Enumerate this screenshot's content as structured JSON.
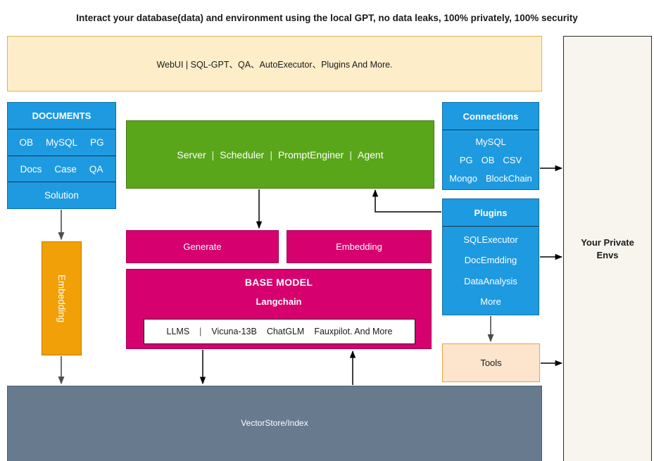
{
  "title": "Interact your database(data) and environment using the local GPT, no data leaks, 100% privately, 100% security",
  "webui": {
    "label": "WebUI | SQL-GPT、QA、AutoExecutor、Plugins And More."
  },
  "documents": {
    "header": "DOCUMENTS",
    "row1": [
      "OB",
      "MySQL",
      "PG"
    ],
    "row2": [
      "Docs",
      "Case",
      "QA"
    ],
    "row3": "Solution"
  },
  "server": {
    "segments": [
      "Server",
      "Scheduler",
      "PromptEnginer",
      "Agent"
    ],
    "separator": "|"
  },
  "connections": {
    "header": "Connections",
    "line1": [
      "MySQL"
    ],
    "line2": [
      "PG",
      "OB",
      "CSV"
    ],
    "line3": [
      "Mongo",
      "BlockChain"
    ]
  },
  "plugins": {
    "header": "Plugins",
    "items": [
      "SQLExecutor",
      "DocEmdding",
      "DataAnalysis",
      "More"
    ]
  },
  "embedding_vertical": {
    "label": "Embedding"
  },
  "generate": {
    "label": "Generate"
  },
  "embedding_box": {
    "label": "Embedding"
  },
  "base_model": {
    "title": "BASE MODEL",
    "subtitle": "Langchain",
    "llms_prefix": "LLMS",
    "llms_divider": "|",
    "llms_items": [
      "Vicuna-13B",
      "ChatGLM",
      "Fauxpilot. And More"
    ]
  },
  "tools": {
    "label": "Tools"
  },
  "vectorstore": {
    "label": "VectorStore/Index"
  },
  "private_envs": {
    "line1": "Your Private",
    "line2": "Envs"
  },
  "colors": {
    "webui_fill": "#fdeec9",
    "webui_border": "#d6b656",
    "blue": "#1e9ae0",
    "green": "#5aa61b",
    "magenta": "#d6006e",
    "orange": "#f2a007",
    "tools_fill": "#fde4cd",
    "tools_border": "#e8a33d",
    "vectorstore": "#677a8e",
    "envs_fill": "#f7f5ee"
  }
}
